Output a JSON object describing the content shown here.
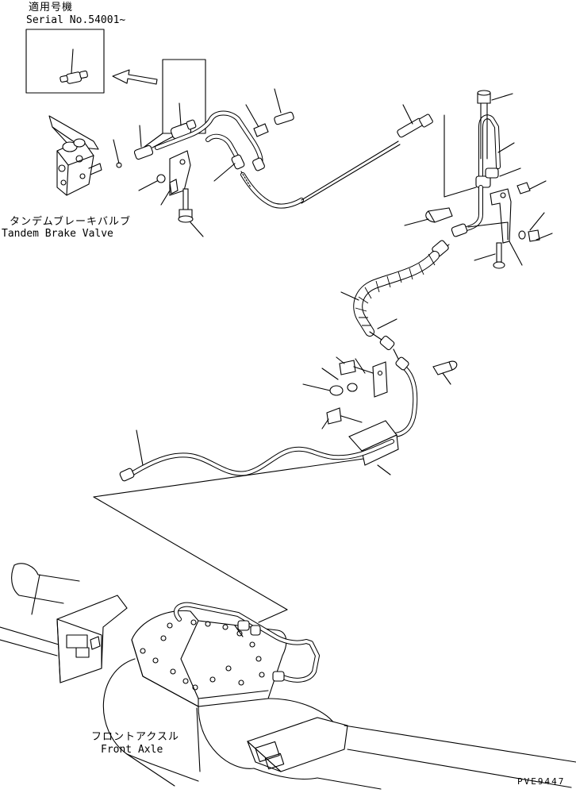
{
  "applicability": {
    "label_jp": "適用号機",
    "serial": "Serial No.54001~"
  },
  "callouts": {
    "tandem_brake_valve_jp": "タンデムブレーキバルブ",
    "tandem_brake_valve_en": "Tandem Brake Valve",
    "front_axle_jp": "フロントアクスル",
    "front_axle_en": "Front Axle"
  },
  "drawing_code": "PVE9447"
}
